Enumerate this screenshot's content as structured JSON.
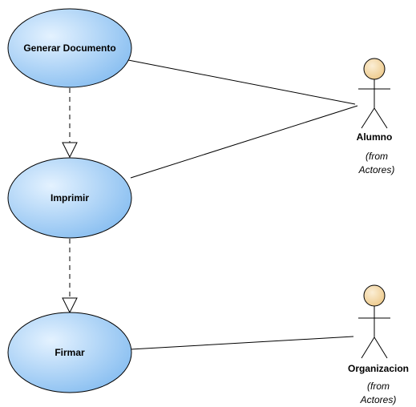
{
  "use_cases": [
    {
      "id": "generar",
      "label": "Generar Documento"
    },
    {
      "id": "imprimir",
      "label": "Imprimir"
    },
    {
      "id": "firmar",
      "label": "Firmar"
    }
  ],
  "actors": [
    {
      "id": "alumno",
      "name": "Alumno",
      "from_line1": "(from",
      "from_line2": "Actores)"
    },
    {
      "id": "organizacion",
      "name": "Organizacion",
      "from_line1": "(from",
      "from_line2": "Actores)"
    }
  ],
  "colors": {
    "usecase_fill_light": "#dbeeff",
    "usecase_fill_dark": "#8fc3f3",
    "usecase_stroke": "#000000",
    "actor_head": "#f5d9a8",
    "line": "#000000"
  }
}
